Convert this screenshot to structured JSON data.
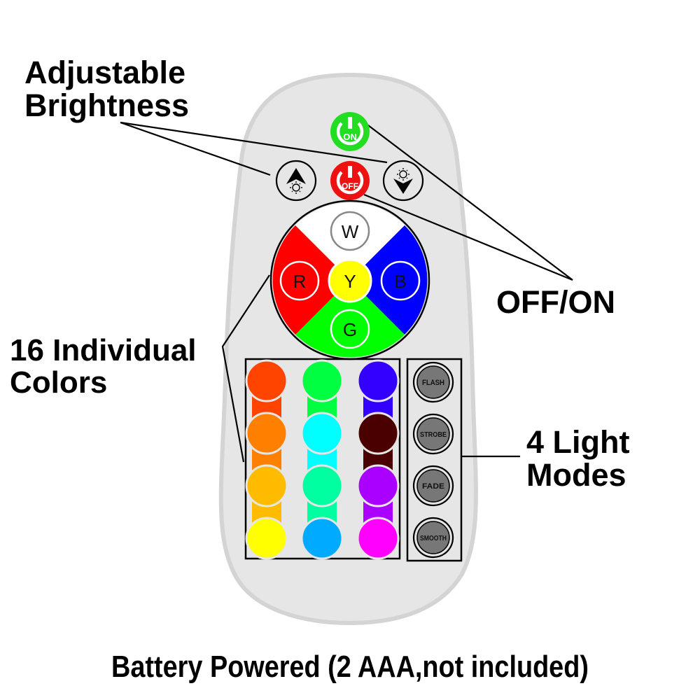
{
  "labels": {
    "brightness": [
      "Adjustable",
      "Brightness"
    ],
    "colors": [
      "16 Individual",
      "Colors"
    ],
    "offon": "OFF/ON",
    "modes": [
      "4 Light",
      "Modes"
    ],
    "battery": "Battery Powered (2 AAA,not included)"
  },
  "power_buttons": {
    "on": {
      "label": "ON",
      "color": "#22dd22"
    },
    "off": {
      "label": "OFF",
      "color": "#ee1111"
    }
  },
  "brightness_buttons": {
    "up": "brightness-up",
    "down": "brightness-down"
  },
  "color_wheel": {
    "sectors": [
      {
        "label": "W",
        "color": "#ffffff"
      },
      {
        "label": "R",
        "color": "#ff0000"
      },
      {
        "label": "B",
        "color": "#0000ff"
      },
      {
        "label": "G",
        "color": "#00ff00"
      }
    ],
    "center": {
      "label": "Y",
      "color": "#ffff00"
    }
  },
  "color_grid": [
    [
      "#ff4400",
      "#00ff40",
      "#3300ff"
    ],
    [
      "#ff8000",
      "#00ffff",
      "#4a0000"
    ],
    [
      "#ffbb00",
      "#00ffa0",
      "#aa00ff"
    ],
    [
      "#ffff00",
      "#00aaff",
      "#ff00ff"
    ]
  ],
  "modes": [
    "FLASH",
    "STROBE",
    "FADE",
    "SMOOTH"
  ],
  "colors": {
    "remote_body": "#e6e6e6",
    "remote_rim": "#d8d8d8",
    "mode_button": "#777777"
  }
}
